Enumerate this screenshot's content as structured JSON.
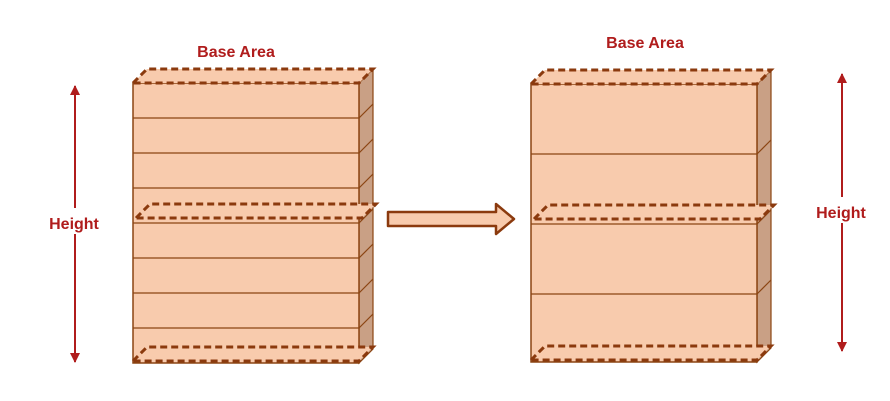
{
  "left_diagram": {
    "base_area_label": "Base Area",
    "height_label": "Height"
  },
  "right_diagram": {
    "base_area_label": "Base Area",
    "height_label": "Height"
  },
  "colors": {
    "face": "#f8cbad",
    "side": "#c9a085",
    "outline": "#8b4513",
    "dashed": "#8b3a0e",
    "arrow": "#b01c1c"
  }
}
